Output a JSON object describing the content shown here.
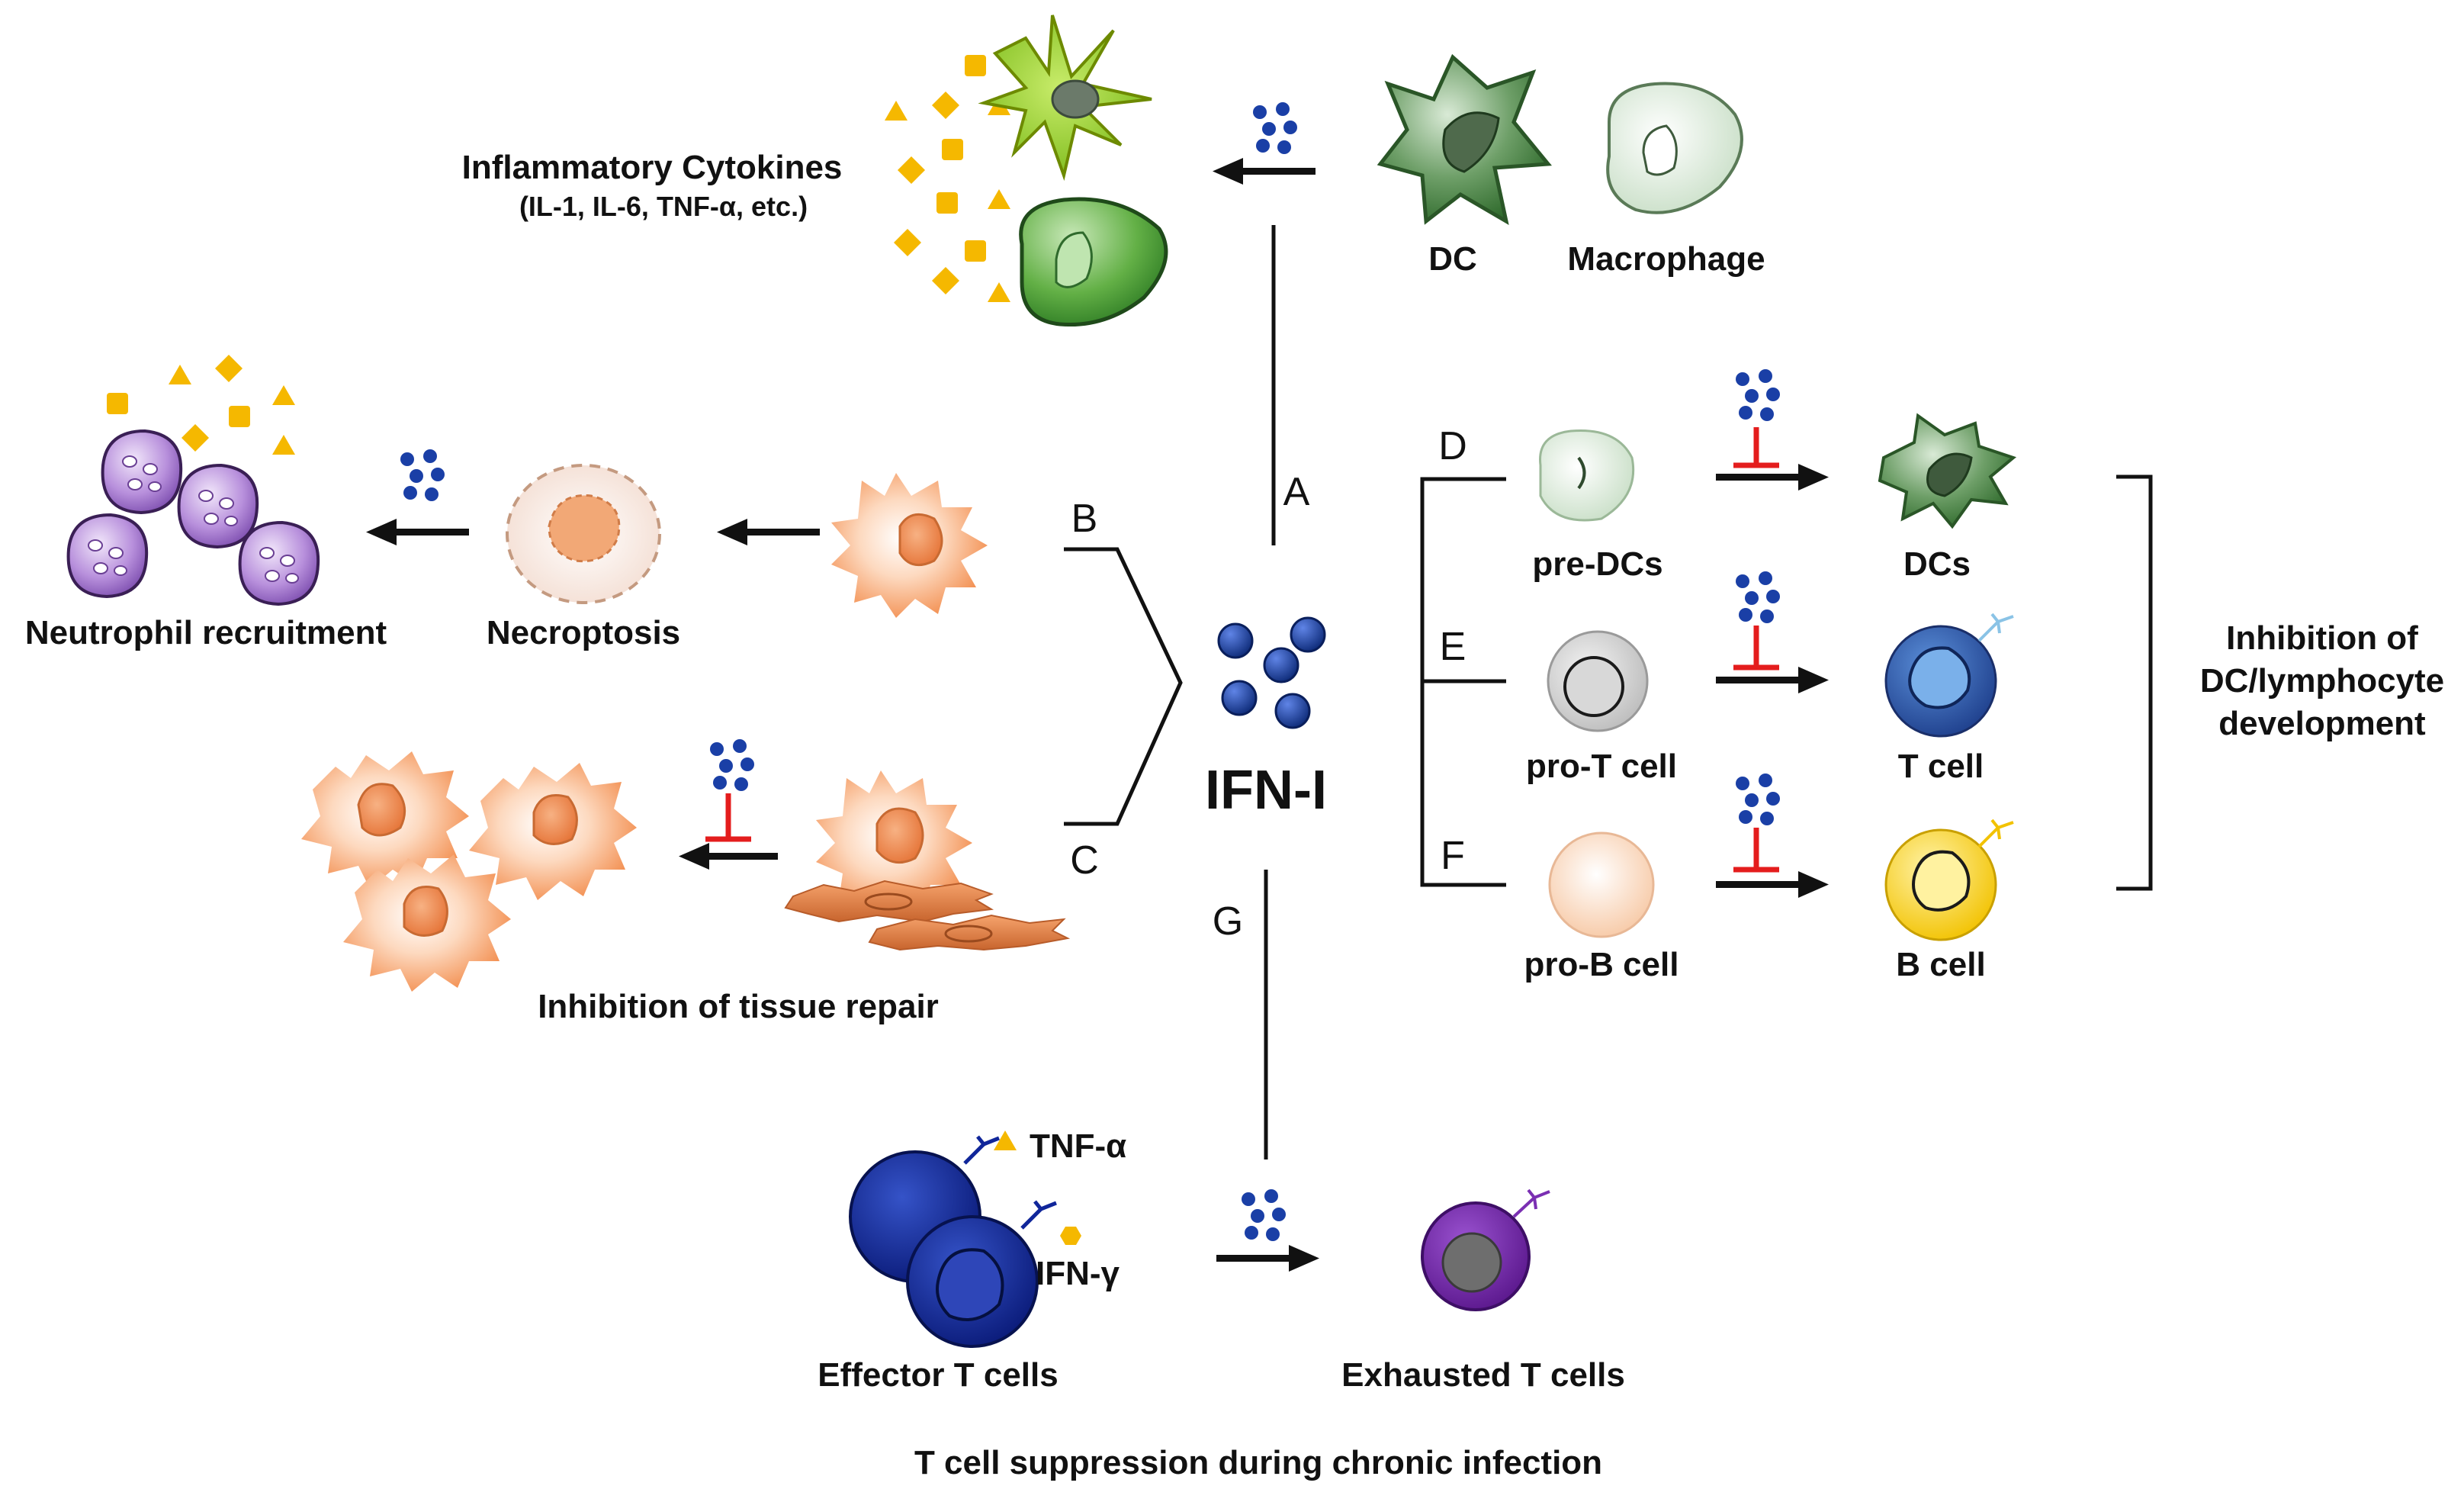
{
  "center": {
    "label": "IFN-I"
  },
  "letters": {
    "a": "A",
    "b": "B",
    "c": "C",
    "d": "D",
    "e": "E",
    "f": "F",
    "g": "G"
  },
  "panel_a": {
    "title": "Inflammatory Cytokines",
    "subtitle": "(IL-1, IL-6, TNF-α, etc.)",
    "dc_label": "DC",
    "macrophage_label": "Macrophage"
  },
  "panel_b": {
    "necroptosis": "Necroptosis",
    "neutrophil": "Neutrophil recruitment"
  },
  "panel_c": {
    "caption": "Inhibition of tissue repair"
  },
  "panel_def": {
    "pre_dcs": "pre-DCs",
    "dcs": "DCs",
    "pro_t": "pro-T cell",
    "t_cell": "T cell",
    "pro_b": "pro-B cell",
    "b_cell": "B cell",
    "side_line1": "Inhibition of",
    "side_line2": "DC/lymphocyte",
    "side_line3": "development"
  },
  "panel_g": {
    "tnf": "TNF-α",
    "ifng": "IFN-γ",
    "effector": "Effector T cells",
    "exhausted": "Exhausted T cells",
    "caption": "T cell suppression during chronic infection"
  },
  "colors": {
    "ifn_blue": "#1a3fa6",
    "cytokine_yellow": "#f5b800",
    "inhibit_red": "#e41d1d",
    "dc_green": "#3e7a3a",
    "tissue_orange": "#f08848",
    "neutrophil_purple": "#9b6cc2",
    "effector_navy": "#10269a",
    "exhausted_purple": "#6a1fa0"
  },
  "icons": [
    "ifn-dots-icon",
    "dendritic-cell-icon",
    "macrophage-icon",
    "tissue-cell-icon",
    "neutrophil-icon",
    "t-cell-icon",
    "b-cell-icon",
    "inhibition-bar-icon",
    "arrow-icon"
  ]
}
